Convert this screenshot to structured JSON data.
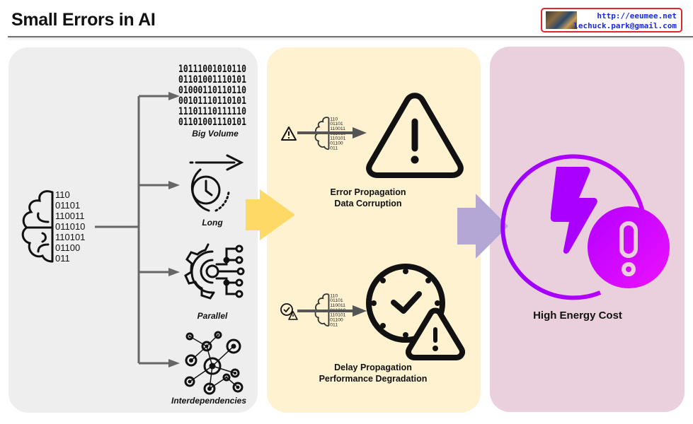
{
  "header": {
    "title": "Small Errors in AI",
    "badge": {
      "url": "http://eeumee.net",
      "email": "lechuck.park@gmail.com"
    }
  },
  "panels": {
    "causes": {
      "source_icon": "brain-binary-icon",
      "binary_lines": [
        "110",
        "01101",
        "110011",
        "011010",
        "110101",
        "01100",
        "011"
      ],
      "items": [
        {
          "label": "Big Volume",
          "icon": "binary-grid-icon"
        },
        {
          "label": "Long",
          "icon": "clock-arrow-icon"
        },
        {
          "label": "Parallel",
          "icon": "gear-circuit-icon"
        },
        {
          "label": "Interdependencies",
          "icon": "network-nodes-icon"
        }
      ],
      "big_volume_rows": [
        "10111001010110",
        "01101001110101",
        "01000110110110",
        "00101110110101",
        "11101110111110",
        "01101001110101"
      ]
    },
    "effects": {
      "items": [
        {
          "line1": "Error Propagation",
          "line2": "Data Corruption",
          "small_icon": "warning-icon",
          "big_icon": "warning-triangle-icon"
        },
        {
          "line1": "Delay Propagation",
          "line2": "Performance Degradation",
          "small_icon": "clock-warning-icon",
          "big_icon": "clock-check-warning-icon"
        }
      ]
    },
    "result": {
      "label": "High Energy Cost",
      "icon": "lightning-alert-icon"
    }
  },
  "colors": {
    "panel_causes": "#eeeeee",
    "panel_effects": "#fff2d1",
    "panel_result": "#ead0dc",
    "arrow_yellow": "#ffd966",
    "arrow_purple": "#b4a7d6",
    "energy_purple": "#a100ff",
    "energy_magenta": "#e60aff"
  }
}
